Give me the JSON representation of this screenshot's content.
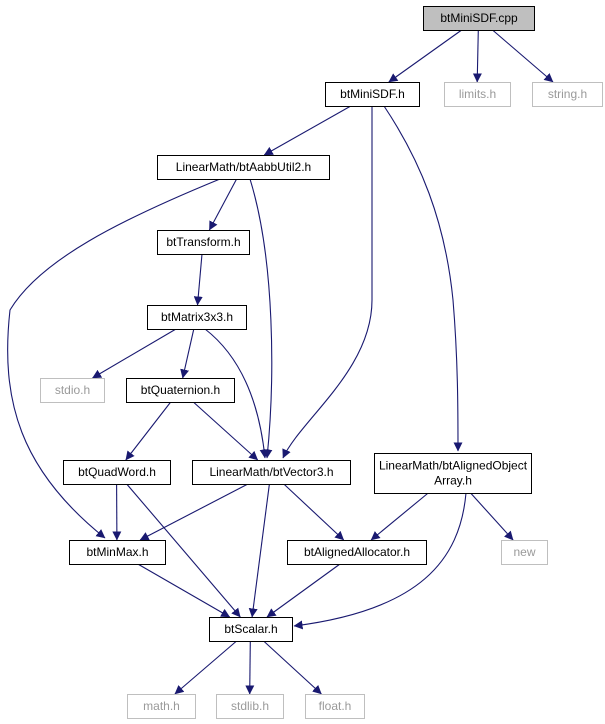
{
  "diagram": {
    "nodes": [
      {
        "id": "btMiniSDF_cpp",
        "name": "node-btminisdf-cpp",
        "lines": [
          "btMiniSDF.cpp"
        ],
        "style": "root"
      },
      {
        "id": "btMiniSDF_h",
        "name": "node-btminisdf-h",
        "lines": [
          "btMiniSDF.h"
        ],
        "style": "normal"
      },
      {
        "id": "limits_h",
        "name": "node-limits-h",
        "lines": [
          "limits.h"
        ],
        "style": "system"
      },
      {
        "id": "string_h",
        "name": "node-string-h",
        "lines": [
          "string.h"
        ],
        "style": "system"
      },
      {
        "id": "btAabbUtil2_h",
        "name": "node-btaabbutil2-h",
        "lines": [
          "LinearMath/btAabbUtil2.h"
        ],
        "style": "normal"
      },
      {
        "id": "btTransform_h",
        "name": "node-bttransform-h",
        "lines": [
          "btTransform.h"
        ],
        "style": "normal"
      },
      {
        "id": "btMatrix3x3_h",
        "name": "node-btmatrix3x3-h",
        "lines": [
          "btMatrix3x3.h"
        ],
        "style": "normal"
      },
      {
        "id": "stdio_h",
        "name": "node-stdio-h",
        "lines": [
          "stdio.h"
        ],
        "style": "system"
      },
      {
        "id": "btQuaternion_h",
        "name": "node-btquaternion-h",
        "lines": [
          "btQuaternion.h"
        ],
        "style": "normal"
      },
      {
        "id": "btQuadWord_h",
        "name": "node-btquadword-h",
        "lines": [
          "btQuadWord.h"
        ],
        "style": "normal"
      },
      {
        "id": "btVector3_h",
        "name": "node-btvector3-h",
        "lines": [
          "LinearMath/btVector3.h"
        ],
        "style": "normal"
      },
      {
        "id": "btAlignedObjectArray_h",
        "name": "node-btalignedobjectarray-h",
        "lines": [
          "LinearMath/btAlignedObject",
          "Array.h"
        ],
        "style": "normal"
      },
      {
        "id": "new",
        "name": "node-new",
        "lines": [
          "new"
        ],
        "style": "system"
      },
      {
        "id": "btMinMax_h",
        "name": "node-btminmax-h",
        "lines": [
          "btMinMax.h"
        ],
        "style": "normal"
      },
      {
        "id": "btAlignedAllocator_h",
        "name": "node-btalignedallocator-h",
        "lines": [
          "btAlignedAllocator.h"
        ],
        "style": "normal"
      },
      {
        "id": "btScalar_h",
        "name": "node-btscalar-h",
        "lines": [
          "btScalar.h"
        ],
        "style": "normal"
      },
      {
        "id": "math_h",
        "name": "node-math-h",
        "lines": [
          "math.h"
        ],
        "style": "system"
      },
      {
        "id": "stdlib_h",
        "name": "node-stdlib-h",
        "lines": [
          "stdlib.h"
        ],
        "style": "system"
      },
      {
        "id": "float_h",
        "name": "node-float-h",
        "lines": [
          "float.h"
        ],
        "style": "system"
      }
    ],
    "edges": [
      [
        "btMiniSDF_cpp",
        "btMiniSDF_h"
      ],
      [
        "btMiniSDF_cpp",
        "limits_h"
      ],
      [
        "btMiniSDF_cpp",
        "string_h"
      ],
      [
        "btMiniSDF_h",
        "btAabbUtil2_h"
      ],
      [
        "btMiniSDF_h",
        "btVector3_h"
      ],
      [
        "btMiniSDF_h",
        "btAlignedObjectArray_h"
      ],
      [
        "btAabbUtil2_h",
        "btTransform_h"
      ],
      [
        "btAabbUtil2_h",
        "btVector3_h"
      ],
      [
        "btAabbUtil2_h",
        "btMinMax_h"
      ],
      [
        "btTransform_h",
        "btMatrix3x3_h"
      ],
      [
        "btMatrix3x3_h",
        "stdio_h"
      ],
      [
        "btMatrix3x3_h",
        "btQuaternion_h"
      ],
      [
        "btMatrix3x3_h",
        "btVector3_h"
      ],
      [
        "btQuaternion_h",
        "btQuadWord_h"
      ],
      [
        "btQuaternion_h",
        "btVector3_h"
      ],
      [
        "btQuadWord_h",
        "btMinMax_h"
      ],
      [
        "btQuadWord_h",
        "btScalar_h"
      ],
      [
        "btVector3_h",
        "btMinMax_h"
      ],
      [
        "btVector3_h",
        "btScalar_h"
      ],
      [
        "btVector3_h",
        "btAlignedAllocator_h"
      ],
      [
        "btAlignedObjectArray_h",
        "btAlignedAllocator_h"
      ],
      [
        "btAlignedObjectArray_h",
        "new"
      ],
      [
        "btAlignedObjectArray_h",
        "btScalar_h"
      ],
      [
        "btMinMax_h",
        "btScalar_h"
      ],
      [
        "btAlignedAllocator_h",
        "btScalar_h"
      ],
      [
        "btScalar_h",
        "math_h"
      ],
      [
        "btScalar_h",
        "stdlib_h"
      ],
      [
        "btScalar_h",
        "float_h"
      ]
    ],
    "colors": {
      "edge": "#191970",
      "root_fill": "#bfbfbf",
      "node_border": "#000000",
      "system_border": "#bfbfbf",
      "system_text": "#9a9a9a",
      "text": "#000000"
    }
  }
}
